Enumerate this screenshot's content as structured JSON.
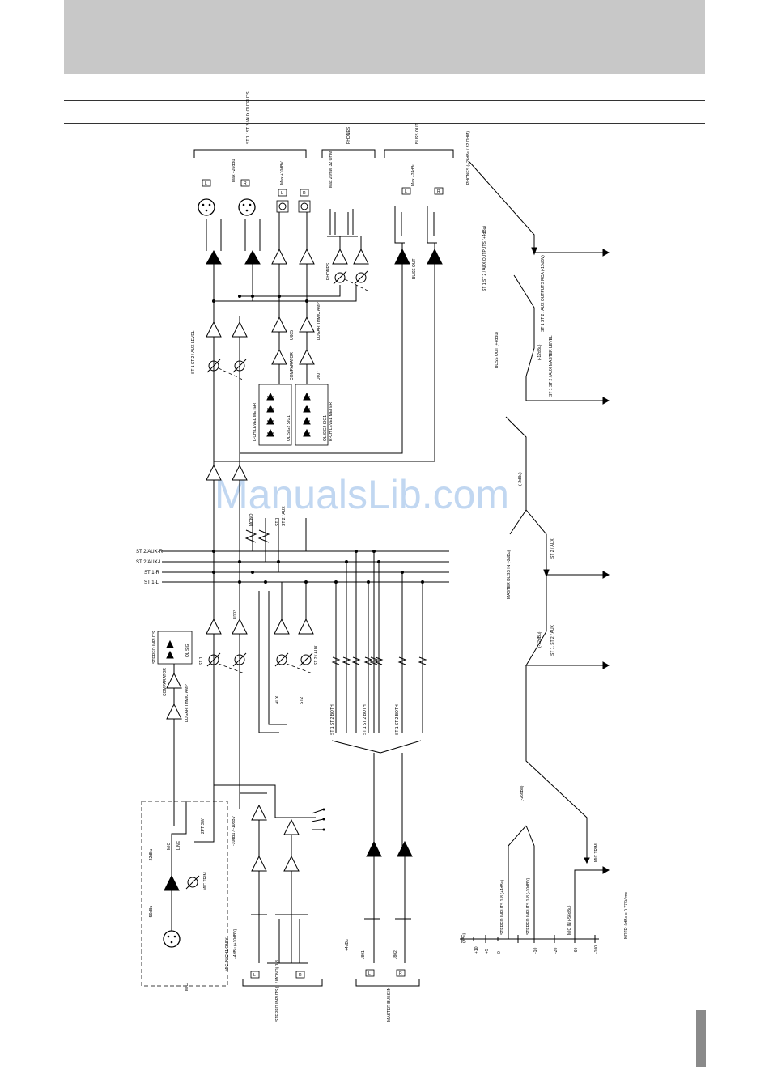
{
  "watermark": "ManualsLib.com",
  "busses": [
    "ST 2/AUX-R",
    "ST 2/AUX-L",
    "ST 1-R",
    "ST 1-L"
  ],
  "labels": {
    "st_outputs": "ST 1 / ST 2 / AUX OUTPUTS",
    "max_26dbu": "Max +26dBu",
    "max_10dbv": "Max +10dBV",
    "phones": "PHONES",
    "phones_spec": "Max 20mW 32 OHM",
    "buss_out": "BUSS OUT",
    "max_24dbu": "Max +24dBu",
    "l": "L",
    "r": "R",
    "st1": "ST 1",
    "st2_aux": "ST 2 / AUX",
    "st2aux_level": "ST 1 ST 2 / AUX LEVEL",
    "u605": "U605",
    "u607": "U607",
    "log_amp": "LOGARITHMIC AMP",
    "comparator": "COMPARATOR",
    "l_ch_meter": "L-CH LEVEL METER",
    "r_ch_meter": "R-CH LEVEL METER",
    "meter_leds": "OL SIG2 SIG1",
    "mono": "MONO",
    "st1_sw": "ST 1",
    "st2_aux_sw": "ST 2 / AUX",
    "stereo_inputs_meter": "STEREO INPUTS",
    "ol_sig": "OL SIG",
    "u103": "U103",
    "aux": "AUX",
    "st2": "ST2",
    "st1_both": "ST 1 ST 2 BOTH",
    "mic": "MIC",
    "line": "LINE",
    "mic_trim": "MIC TRIM",
    "two_pt_sw": "2PT SW",
    "mic_ch_only": "MIC IN CH1 ONLY",
    "db_22": "-22dBu",
    "db_56": "-56dBu",
    "db_10": "-10dBu / -10dBV",
    "plus_4dbu": "+4dBu",
    "stereo_inputs": "STEREO INPUTS (L / MONO) 1-8",
    "master_buss_in": "MASTER BUSS IN",
    "j801": "J801",
    "j802": "J802",
    "plus_4": "+4dBu",
    "ref_level": "+4dBu (+10dBV)"
  },
  "level_diagram": {
    "phones": "PHONES (+26dBu / 32 OHM)",
    "st_outputs": "ST 1 ST 2 / AUX OUTPUTS (+4dBu)",
    "rca": "ST 1 ST 2 / AUX OUTPUTS RCA (-10dBV)",
    "buss_out": "BUSS OUT (+4dBu)",
    "st_level": "ST 1 ST 2 / AUX MASTER LEVEL",
    "minus_12": "(-12dBu)",
    "minus_2": "(-2dBu)",
    "master_buss_in": "MASTER BUSS IN (-2dBu)",
    "minus_12b": "(-12dBu)",
    "st1_st2aux": "ST 1, ST 2 / AUX",
    "st2_aux": "ST 2 / AUX",
    "minus_26": "(-26dBu)",
    "mic_trim": "MIC TRIM",
    "stereo_in_4": "STEREO INPUTS 1-8 (+4dBu)",
    "stereo_in_10": "STEREO INPUTS 1-8 (-10dBV)",
    "mic_in": "MIC IN (-56dBu)",
    "dbu_axis": "(dBu)",
    "ticks": [
      "+10",
      "+5",
      "0",
      "-10",
      "-20",
      "-60",
      "-100"
    ],
    "note": "NOTE: 0dBu = 0.775Vrms"
  }
}
